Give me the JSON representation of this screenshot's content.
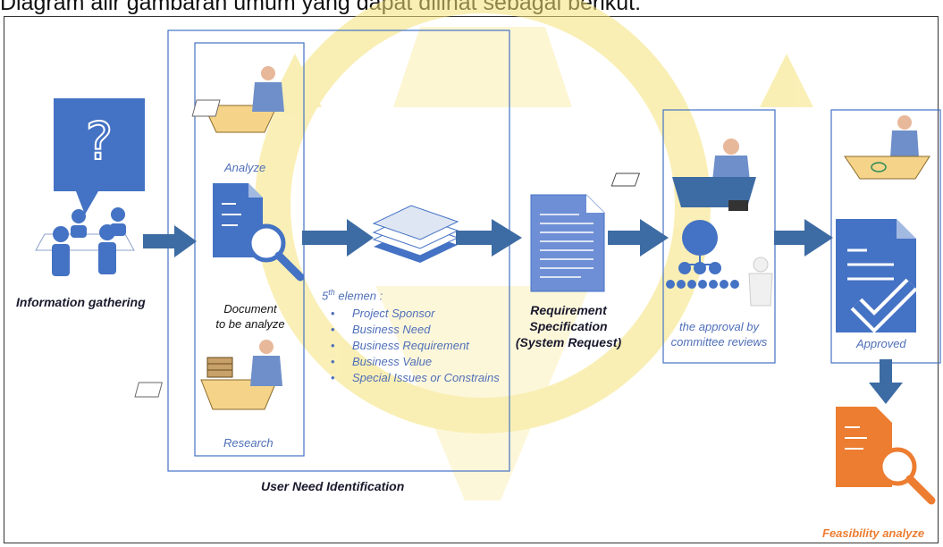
{
  "top_text": "Diagram alir gambaran umum yang dapat dilihat sebagai berikut:",
  "labels": {
    "information_gathering": "Information gathering",
    "analyze": "Analyze",
    "document_line1": "Document",
    "document_line2": "to be analyze",
    "research": "Research",
    "user_need_identification": "User Need Identification",
    "elements_heading": "elemen :",
    "elements_heading_num": "5",
    "elements_heading_sup": "th",
    "requirement_line1": "Requirement",
    "requirement_line2": "Specification",
    "requirement_line3": "(System Request)",
    "approval_line1": "the approval by",
    "approval_line2": "committee reviews",
    "approved": "Approved",
    "feasibility": "Feasibility analyze"
  },
  "elements": [
    "Project Sponsor",
    "Business Need",
    "Business Requirement",
    "Business Value",
    "Special Issues or Constrains"
  ],
  "colors": {
    "primary_blue": "#4472c4",
    "arrow_blue": "#3d6ba3",
    "label_blue": "#4f6fb8",
    "orange": "#ed7d31",
    "watermark": "#f5e27a"
  },
  "icons": [
    "question-bubble-icon",
    "people-group-icon",
    "person-at-desk-icon",
    "document-magnifier-icon",
    "stacked-papers-icon",
    "requirement-document-icon",
    "org-chart-icon",
    "approved-document-icon",
    "feasibility-document-icon"
  ]
}
